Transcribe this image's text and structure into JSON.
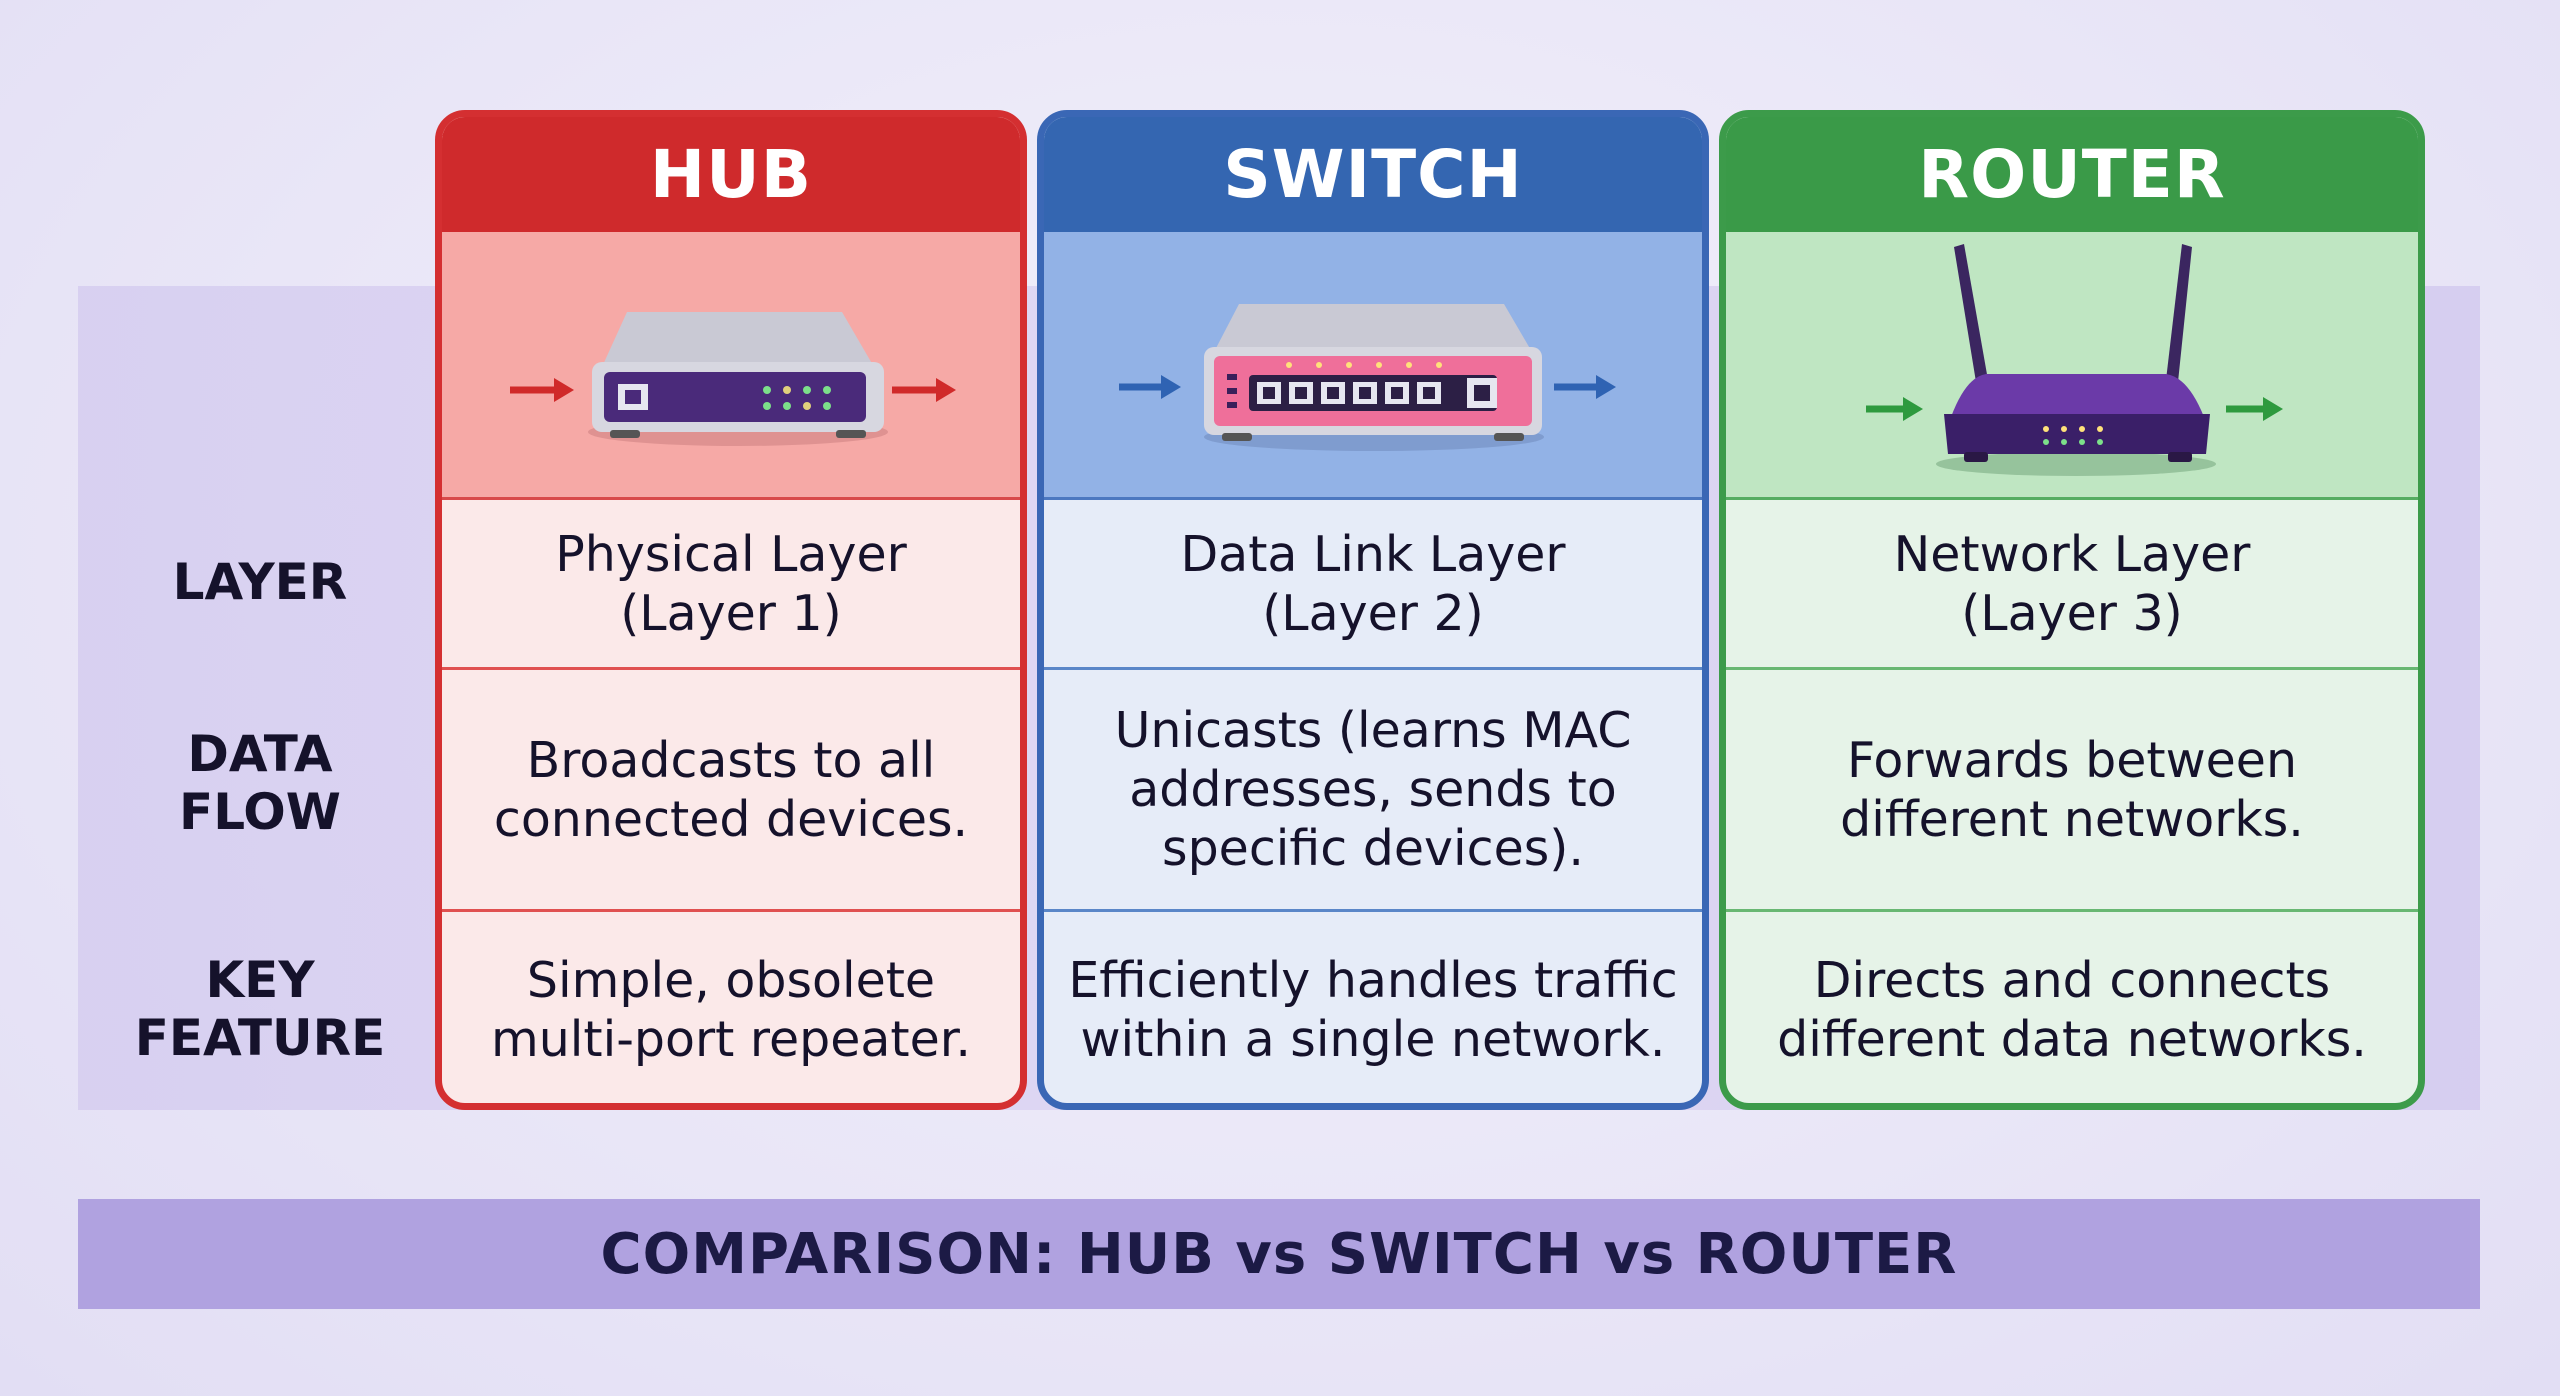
{
  "row_labels": {
    "layer": "LAYER",
    "data_flow": "DATA\nFLOW",
    "key_feature": "KEY\nFEATURE"
  },
  "columns": [
    {
      "title": "HUB",
      "color": "#cf2a2c",
      "icon": "hub-device-icon",
      "layer": "Physical Layer\n(Layer 1)",
      "data_flow": "Broadcasts to all\nconnected devices.",
      "key_feature": "Simple, obsolete\nmulti-port repeater."
    },
    {
      "title": "SWITCH",
      "color": "#3466b1",
      "icon": "switch-device-icon",
      "layer": "Data Link Layer\n(Layer 2)",
      "data_flow": "Unicasts (learns MAC\naddresses, sends to\nspecific devices).",
      "key_feature": "Efficiently handles traffic\nwithin a single network."
    },
    {
      "title": "ROUTER",
      "color": "#3a9a48",
      "icon": "router-device-icon",
      "layer": "Network Layer\n(Layer 3)",
      "data_flow": "Forwards between\ndifferent networks.",
      "key_feature": "Directs and connects\ndifferent data networks."
    }
  ],
  "footer": "COMPARISON: HUB vs SWITCH vs ROUTER"
}
